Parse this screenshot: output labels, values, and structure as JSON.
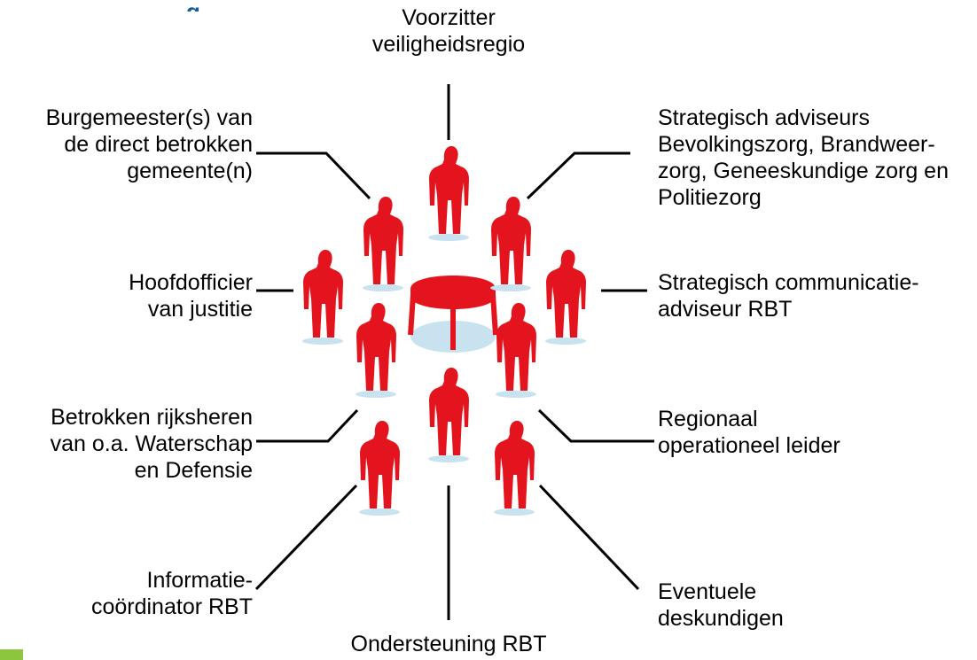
{
  "title": "g",
  "accent_colors": {
    "figure": "#e3141e",
    "shadow": "#c8e2ef",
    "line": "#000000",
    "title": "#1a5c96",
    "corner_mark": "#8cc63f"
  },
  "labels": {
    "top": "Voorzitter\nveiligheidsregio",
    "top_left": "Burgemeester(s) van\nde direct betrokken\ngemeente(n)",
    "top_right": "Strategisch adviseurs\nBevolkingszorg, Brandweer-\nzorg, Geneeskundige zorg en\nPolitiezorg",
    "mid_left": "Hoofdofficier\nvan justitie",
    "mid_right": "Strategisch communicatie-\nadviseur RBT",
    "low_left": "Betrokken rijksheren\nvan o.a. Waterschap\nen Defensie",
    "low_right": "Regionaal\noperationeel leider",
    "bottom_left": "Informatie-\ncoördinator RBT",
    "bottom_right": "Eventuele\ndeskundigen",
    "bottom": "Ondersteuning RBT"
  },
  "icons": {
    "person": "person-figure-icon",
    "table": "round-table-icon"
  }
}
